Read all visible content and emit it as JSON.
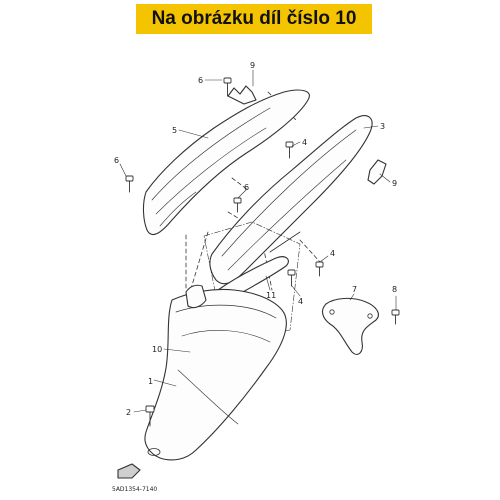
{
  "banner": {
    "text": "Na obrázku díl číslo 10",
    "color": "#f5c400"
  },
  "diagram": {
    "callouts": {
      "c1": "1",
      "c2": "2",
      "c3": "3",
      "c4a": "4",
      "c4b": "4",
      "c4c": "4",
      "c5": "5",
      "c6a": "6",
      "c6b": "6",
      "c6c": "6",
      "c7": "7",
      "c8": "8",
      "c9a": "9",
      "c9b": "9",
      "c10": "10",
      "c11": "11"
    },
    "code": "5AD1354-7140"
  }
}
